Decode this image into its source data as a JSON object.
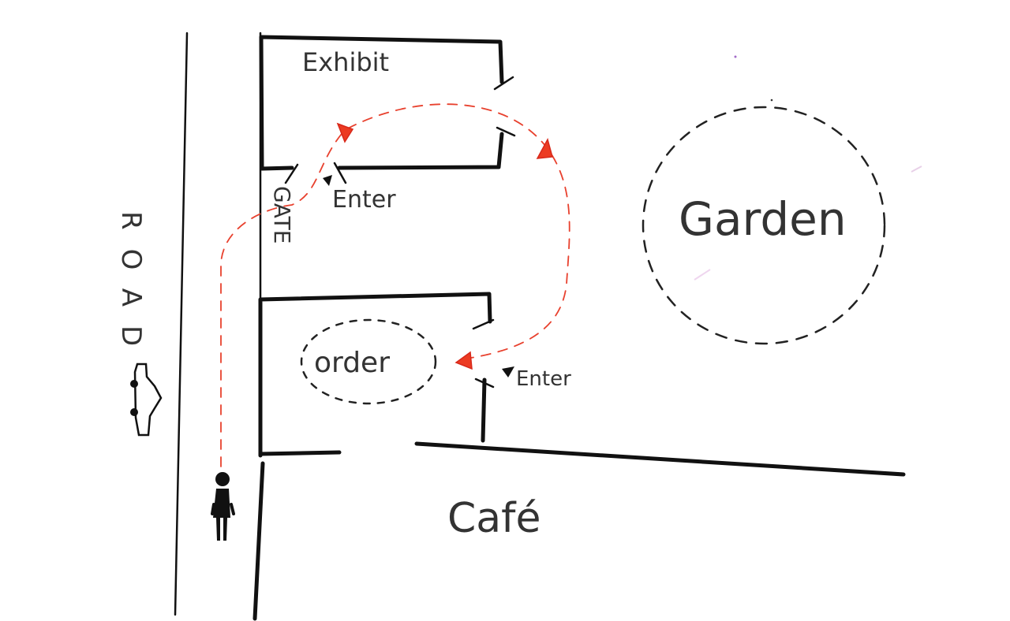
{
  "labels": {
    "exhibit": "Exhibit",
    "garden": "Garden",
    "order": "order",
    "cafe": "Café",
    "gate": "GATE",
    "road": "ROAD",
    "enter_exhibit": "Enter",
    "enter_order": "Enter"
  },
  "colors": {
    "ink": "#111111",
    "route": "#e8412e"
  },
  "icons": [
    "person-icon",
    "car-icon",
    "direction-arrow-icon",
    "enter-marker-icon"
  ]
}
